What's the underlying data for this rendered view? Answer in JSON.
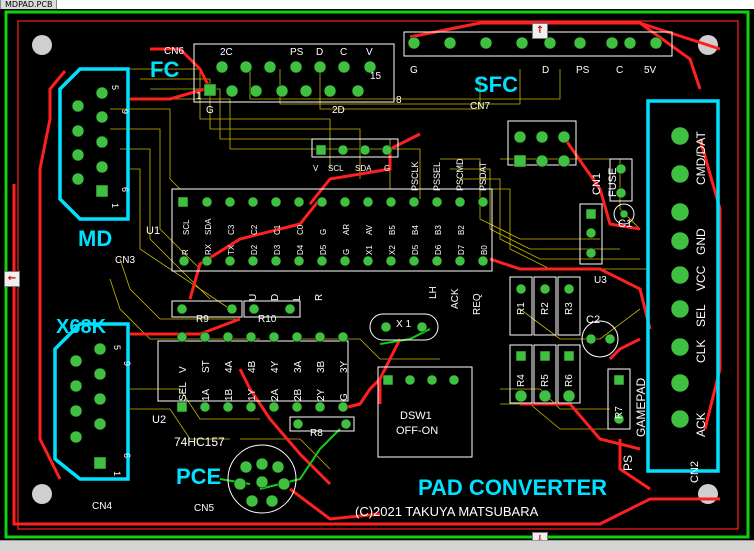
{
  "window": {
    "title": "MDPAD.PCB"
  },
  "controls": {
    "scroll_up": "↑",
    "scroll_down": "↓",
    "scroll_left": "←"
  },
  "colors": {
    "background": "#000000",
    "board_outline": "#10d010",
    "silk": "#ffffff",
    "copper_top": "#ff2020",
    "copper_bottom": "#10d010",
    "thin_traces": "#c8b800",
    "connector_outline": "#00e0ff",
    "pads": "#40c040",
    "mounting_holes": "#cfcfcf"
  },
  "board": {
    "title": "PAD CONVERTER",
    "copyright": "(C)2021 TAKUYA MATSUBARA"
  },
  "labels": {
    "fc": "FC",
    "sfc": "SFC",
    "md": "MD",
    "x68k": "X68K",
    "pce": "PCE",
    "cn1": "CN1",
    "cn2": "CN2",
    "cn3": "CN3",
    "cn4": "CN4",
    "cn5": "CN5",
    "cn6": "CN6",
    "cn7": "CN7",
    "u1": "U1",
    "u2": "U2",
    "u3": "U3",
    "ic_part": "74HC157",
    "x1": "X 1",
    "dsw1": "DSW1",
    "off_on": "OFF-ON",
    "fuse": "FUSE",
    "gamepad": "GAMEPAD",
    "ps": "PS",
    "c1": "C1",
    "c2": "C2",
    "r1": "R1",
    "r2": "R2",
    "r3": "R3",
    "r4": "R4",
    "r5": "R5",
    "r6": "R6",
    "r7": "R7",
    "r8": "R8",
    "r9": "R9",
    "r10": "R10"
  },
  "sfc_pins": [
    "G",
    "D",
    "PS",
    "C",
    "5V"
  ],
  "fc_pins": [
    "2C",
    "D",
    "PS",
    "C",
    "V"
  ],
  "fc_pin_nums": [
    "15",
    "8",
    "2D",
    "1",
    "G"
  ],
  "cn2_pins": [
    "CMD/DAT",
    "GND",
    "VCC",
    "SEL",
    "CLK",
    "ACK"
  ],
  "cn1_pins": [
    "V",
    "SCL",
    "SDA",
    "G"
  ],
  "ps_pins": [
    "PSCLK",
    "PSSEL",
    "PSCMD",
    "PSDAT"
  ],
  "u1_top_pins": [
    "SCL",
    "SDA",
    "C3",
    "C2",
    "C1",
    "C0",
    "G",
    "AR",
    "AV",
    "B5",
    "B4",
    "B3",
    "B2"
  ],
  "u1_bottom_pins": [
    "R",
    "RX",
    "TX",
    "D2",
    "D3",
    "D4",
    "D5",
    "G",
    "X1",
    "X2",
    "D5",
    "D6",
    "D7",
    "B0"
  ],
  "u1_side_labels": [
    "U",
    "D",
    "L",
    "R",
    "LH",
    "ACK",
    "REQ"
  ],
  "u2_top_pins": [
    "V",
    "ST",
    "4A",
    "4B",
    "4Y",
    "3A",
    "3B",
    "3Y"
  ],
  "u2_bottom_pins": [
    "SEL",
    "1A",
    "1B",
    "1Y",
    "2A",
    "2B",
    "2Y",
    "G"
  ],
  "md_pin_nums": [
    "5",
    "9",
    "1",
    "6"
  ],
  "x68k_pin_nums": [
    "5",
    "9",
    "1",
    "6"
  ]
}
